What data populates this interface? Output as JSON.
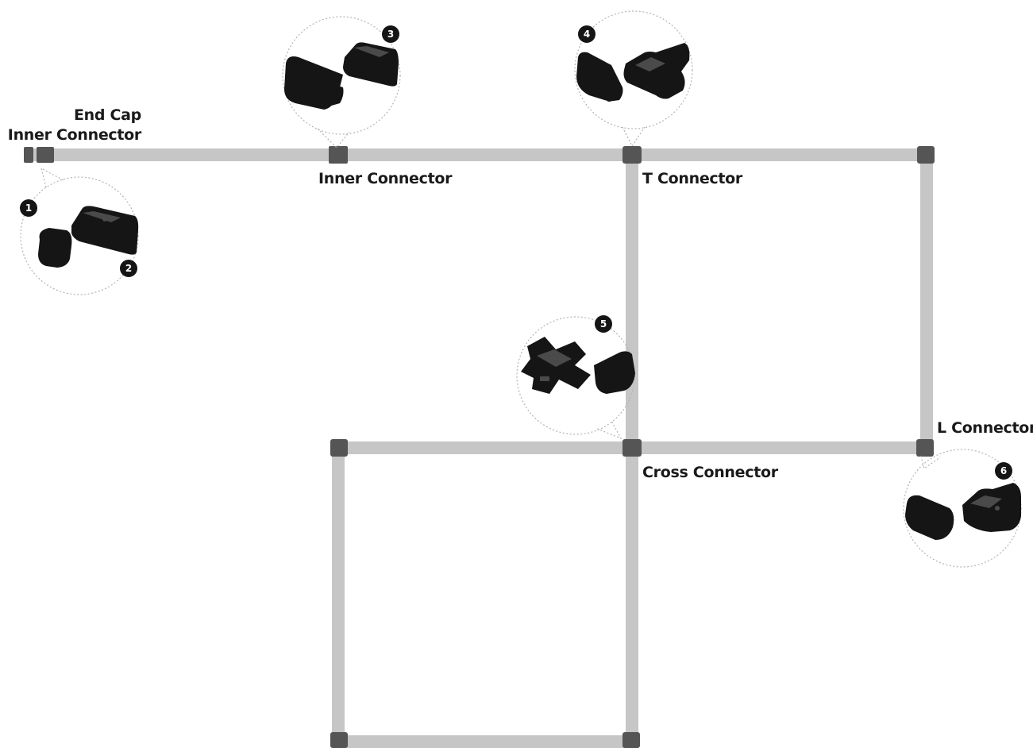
{
  "colors": {
    "track": "#c6c6c6",
    "connector": "#555555",
    "part_dark": "#151515",
    "part_highlight": "#4a4a4a",
    "callout_border": "#b4b4b4",
    "label_text": "#1a1a1a"
  },
  "labels": {
    "end_cap": "End Cap",
    "inner_connector_left": "Inner Connector",
    "inner_connector_top": "Inner Connector",
    "t_connector": "T Connector",
    "l_connector": "L Connector",
    "cross_connector": "Cross Connector"
  },
  "callouts": [
    {
      "number": "1",
      "depicts": "end-cap-and-inner-connector"
    },
    {
      "number": "2",
      "depicts": "end-cap-and-inner-connector"
    },
    {
      "number": "3",
      "depicts": "inner-connector"
    },
    {
      "number": "4",
      "depicts": "t-connector"
    },
    {
      "number": "5",
      "depicts": "cross-connector"
    },
    {
      "number": "6",
      "depicts": "l-connector"
    }
  ]
}
